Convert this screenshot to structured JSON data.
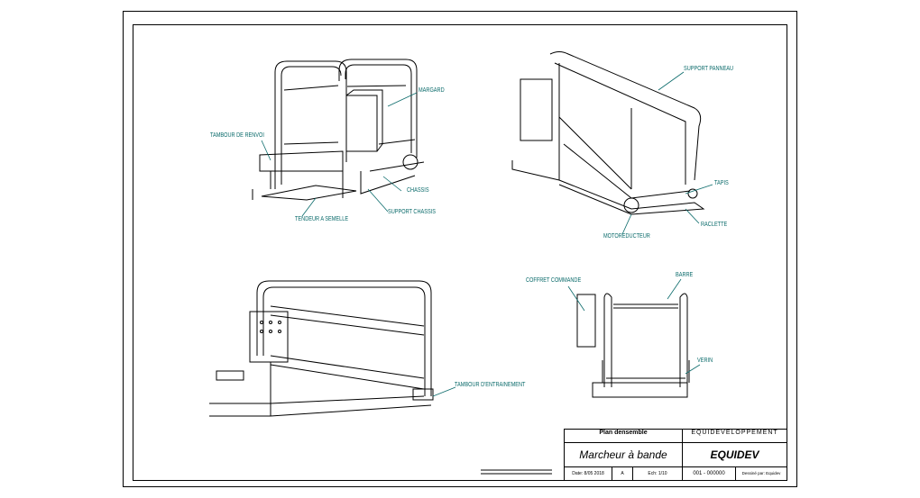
{
  "labels": {
    "margard": "MARGARD",
    "tambour_renvoi": "TAMBOUR DE RENVOI",
    "chassis": "CHASSIS",
    "support_chassis": "SUPPORT CHASSIS",
    "tendeur": "TENDEUR A SEMELLE",
    "support_panneau": "SUPPORT PANNEAU",
    "tapis": "TAPIS",
    "raclette": "RACLETTE",
    "motoreducteur": "MOTOREDUCTEUR",
    "coffret": "COFFRET COMMANDE",
    "barre": "BARRE",
    "verin": "VERIN",
    "tambour_entrainement": "TAMBOUR D'ENTRAINEMENT"
  },
  "title_block": {
    "plan": "Plan densemble",
    "company": "EQUIDEVELOPPEMENT",
    "title": "Marcheur à bande",
    "brand": "EQUIDEV",
    "date": "Date: 8/05 2018",
    "rev": "A",
    "scale": "Ech: 1/10",
    "number": "001 - 000000",
    "note": "Dessiné par: Equidev"
  }
}
